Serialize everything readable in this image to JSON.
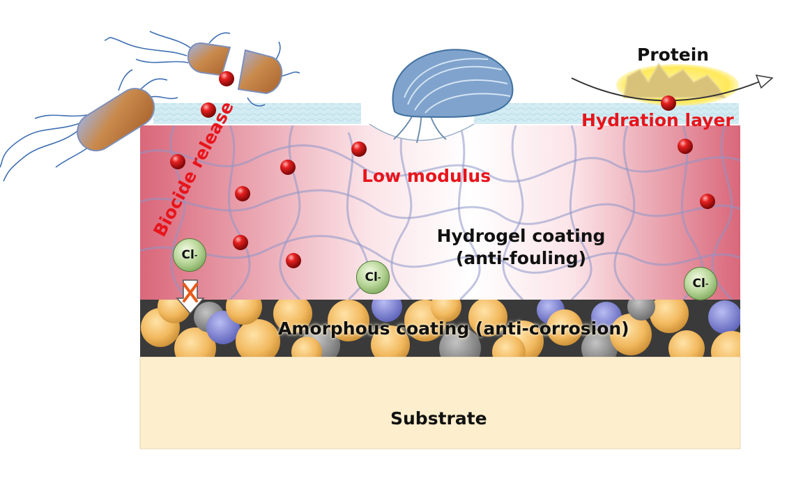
{
  "labels": {
    "protein": "Protein",
    "hydration_layer": "Hydration layer",
    "low_modulus": "Low modulus",
    "biocide_release": "Biocide release",
    "hydrogel_line1": "Hydrogel coating",
    "hydrogel_line2": "(anti-fouling)",
    "amorphous": "Amorphous coating  (anti-corrosion)",
    "substrate": "Substrate",
    "chloride": "Cl",
    "chloride_charge": "-"
  },
  "colors": {
    "hydrogel_edge": "#d9677a",
    "hydrogel_center": "#ffffff",
    "hydration_layer": "#d3ecf3",
    "substrate": "#fdeecd",
    "label_red": "#e8141b",
    "biocide_particle": "#c41010",
    "sphere_orange": "#f2b95f",
    "sphere_blue": "#7b80d0",
    "sphere_gray": "#8c8c8c",
    "chloride_ion": "#a9cf88"
  },
  "icons": [
    "bacterium-icon",
    "mussel-icon",
    "protein-icon",
    "chloride-ion-icon",
    "blocked-arrow-icon",
    "biocide-particle-icon"
  ]
}
